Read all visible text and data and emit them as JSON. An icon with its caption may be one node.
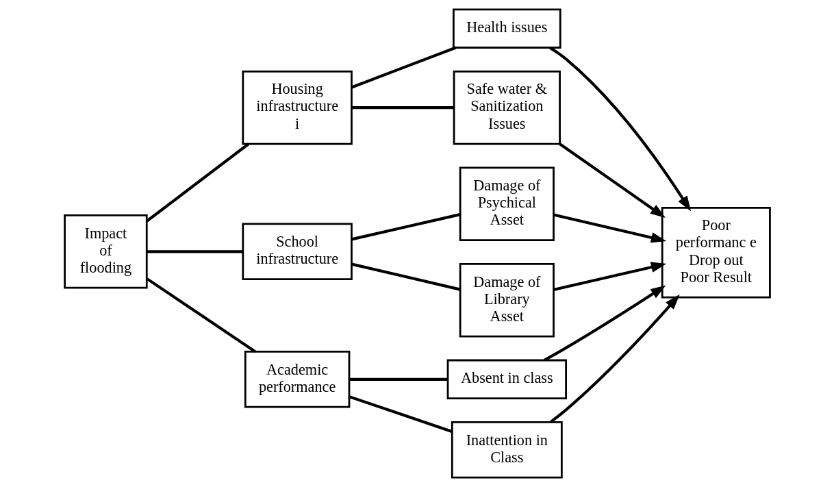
{
  "diagram": {
    "nodes": [
      {
        "text": [
          "Impact of flooding"
        ]
      },
      {
        "text": [
          "Housing infrastructure i"
        ]
      },
      {
        "text": [
          "School infrastructure"
        ]
      },
      {
        "text": [
          "Academic performance"
        ]
      },
      {
        "text": [
          "Health issues"
        ]
      },
      {
        "text": [
          "Safe water & Sanitization Issues"
        ]
      },
      {
        "text": [
          "Damage of Psychical Asset"
        ]
      },
      {
        "text": [
          "Damage of Library Asset"
        ]
      },
      {
        "text": [
          "Absent in class"
        ]
      },
      {
        "text": [
          "Inattention in Class"
        ]
      },
      {
        "text": [
          "Poor performanc e Drop out Poor Result"
        ]
      }
    ],
    "edges": [
      {
        "from": 0,
        "to": 1,
        "arrow": "none"
      },
      {
        "from": 0,
        "to": 2,
        "arrow": "none"
      },
      {
        "from": 0,
        "to": 3,
        "arrow": "none"
      },
      {
        "from": 1,
        "to": 4,
        "arrow": "none"
      },
      {
        "from": 1,
        "to": 5,
        "arrow": "none"
      },
      {
        "from": 2,
        "to": 6,
        "arrow": "none"
      },
      {
        "from": 2,
        "to": 7,
        "arrow": "none"
      },
      {
        "from": 3,
        "to": 8,
        "arrow": "none"
      },
      {
        "from": 3,
        "to": 9,
        "arrow": "none"
      },
      {
        "from": 4,
        "to": 10,
        "arrow": "to"
      },
      {
        "from": 5,
        "to": 10,
        "arrow": "to"
      },
      {
        "from": 6,
        "to": 10,
        "arrow": "to"
      },
      {
        "from": 7,
        "to": 10,
        "arrow": "to"
      },
      {
        "from": 8,
        "to": 10,
        "arrow": "to"
      },
      {
        "from": 9,
        "to": 10,
        "arrow": "to"
      }
    ]
  }
}
